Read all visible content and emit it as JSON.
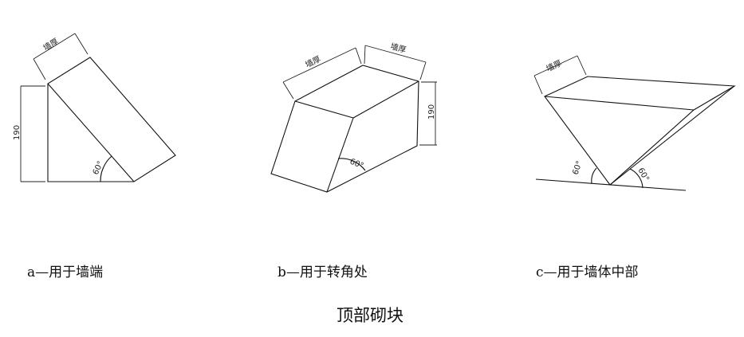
{
  "figure": {
    "title": "顶部砌块",
    "a": {
      "caption": "a—用于墙端",
      "thickness_label": "墙厚",
      "height_label": "190",
      "angle_label": "60°"
    },
    "b": {
      "caption": "b—用于转角处",
      "thickness_label_1": "墙厚",
      "thickness_label_2": "墙厚",
      "height_label": "190",
      "angle_label": "60°"
    },
    "c": {
      "caption": "c—用于墙体中部",
      "thickness_label": "墙厚",
      "angle_label_1": "60°",
      "angle_label_2": "60°"
    }
  }
}
